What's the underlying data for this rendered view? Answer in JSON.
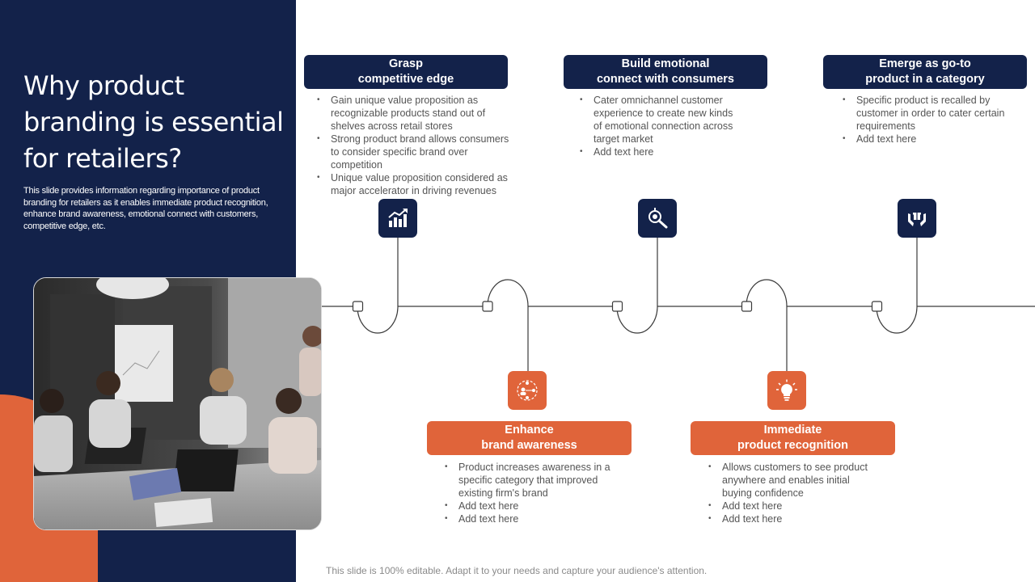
{
  "title": "Why product branding is essential for retailers?",
  "subtitle": "This slide provides information regarding importance of product branding for retailers as it enables immediate product recognition, enhance brand awareness, emotional connect with customers, competitive edge, etc.",
  "footer": "This slide is 100% editable. Adapt it to your needs and capture your audience's attention.",
  "colors": {
    "navy": "#13224a",
    "orange": "#e0643a",
    "line": "#3a3a3a",
    "text": "#555555"
  },
  "items": [
    {
      "header": [
        "Grasp",
        "competitive edge"
      ],
      "icon": "growth-chart-icon",
      "bullets": [
        "Gain unique value proposition as recognizable products stand out of shelves across retail stores",
        "Strong product brand allows consumers to consider specific brand over competition",
        "Unique value proposition considered as major accelerator in driving revenues"
      ]
    },
    {
      "header": [
        "Enhance",
        "brand awareness"
      ],
      "icon": "network-people-icon",
      "bullets": [
        "Product increases awareness in a specific category that improved existing firm's brand",
        "Add text here",
        "Add text here"
      ]
    },
    {
      "header": [
        "Build emotional",
        "connect with consumers"
      ],
      "icon": "search-target-icon",
      "bullets": [
        "Cater omnichannel customer experience to create new kinds of emotional connection across target market",
        "Add text here"
      ]
    },
    {
      "header": [
        "Immediate",
        "product recognition"
      ],
      "icon": "lightbulb-icon",
      "bullets": [
        "Allows customers to see product anywhere and enables initial buying confidence",
        "Add text here",
        "Add text here"
      ]
    },
    {
      "header": [
        "Emerge as go-to",
        "product in a category"
      ],
      "icon": "hands-gift-icon",
      "bullets": [
        "Specific product is recalled by customer in order to cater certain requirements",
        "Add text here"
      ]
    }
  ]
}
